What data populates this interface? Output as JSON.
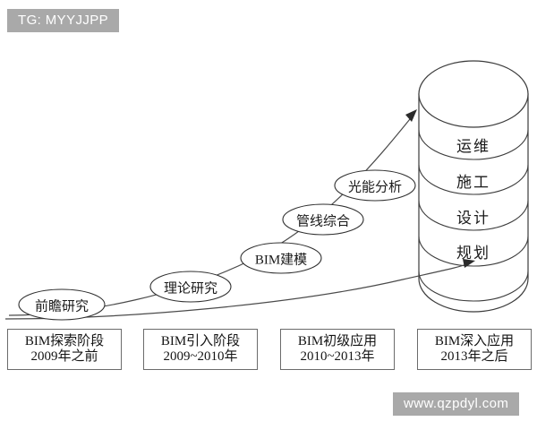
{
  "watermarks": {
    "top_tag": "TG: MYYJJPP",
    "bottom_url": "www.qzpdyl.com"
  },
  "cylinder": {
    "name": "bim-capability-stack",
    "segments": [
      {
        "label": "运维"
      },
      {
        "label": "施工"
      },
      {
        "label": "设计"
      },
      {
        "label": "规划"
      }
    ]
  },
  "milestones": [
    {
      "label": "前瞻研究"
    },
    {
      "label": "理论研究"
    },
    {
      "label": "BIM建模"
    },
    {
      "label": "管线综合"
    },
    {
      "label": "光能分析"
    }
  ],
  "stages": [
    {
      "title": "BIM探索阶段",
      "period": "2009年之前"
    },
    {
      "title": "BIM引入阶段",
      "period": "2009~2010年"
    },
    {
      "title": "BIM初级应用",
      "period": "2010~2013年"
    },
    {
      "title": "BIM深入应用",
      "period": "2013年之后"
    }
  ],
  "colors": {
    "stroke": "#3b3b3b",
    "watermark_bg": "#a9a9a9",
    "background": "#ffffff"
  }
}
